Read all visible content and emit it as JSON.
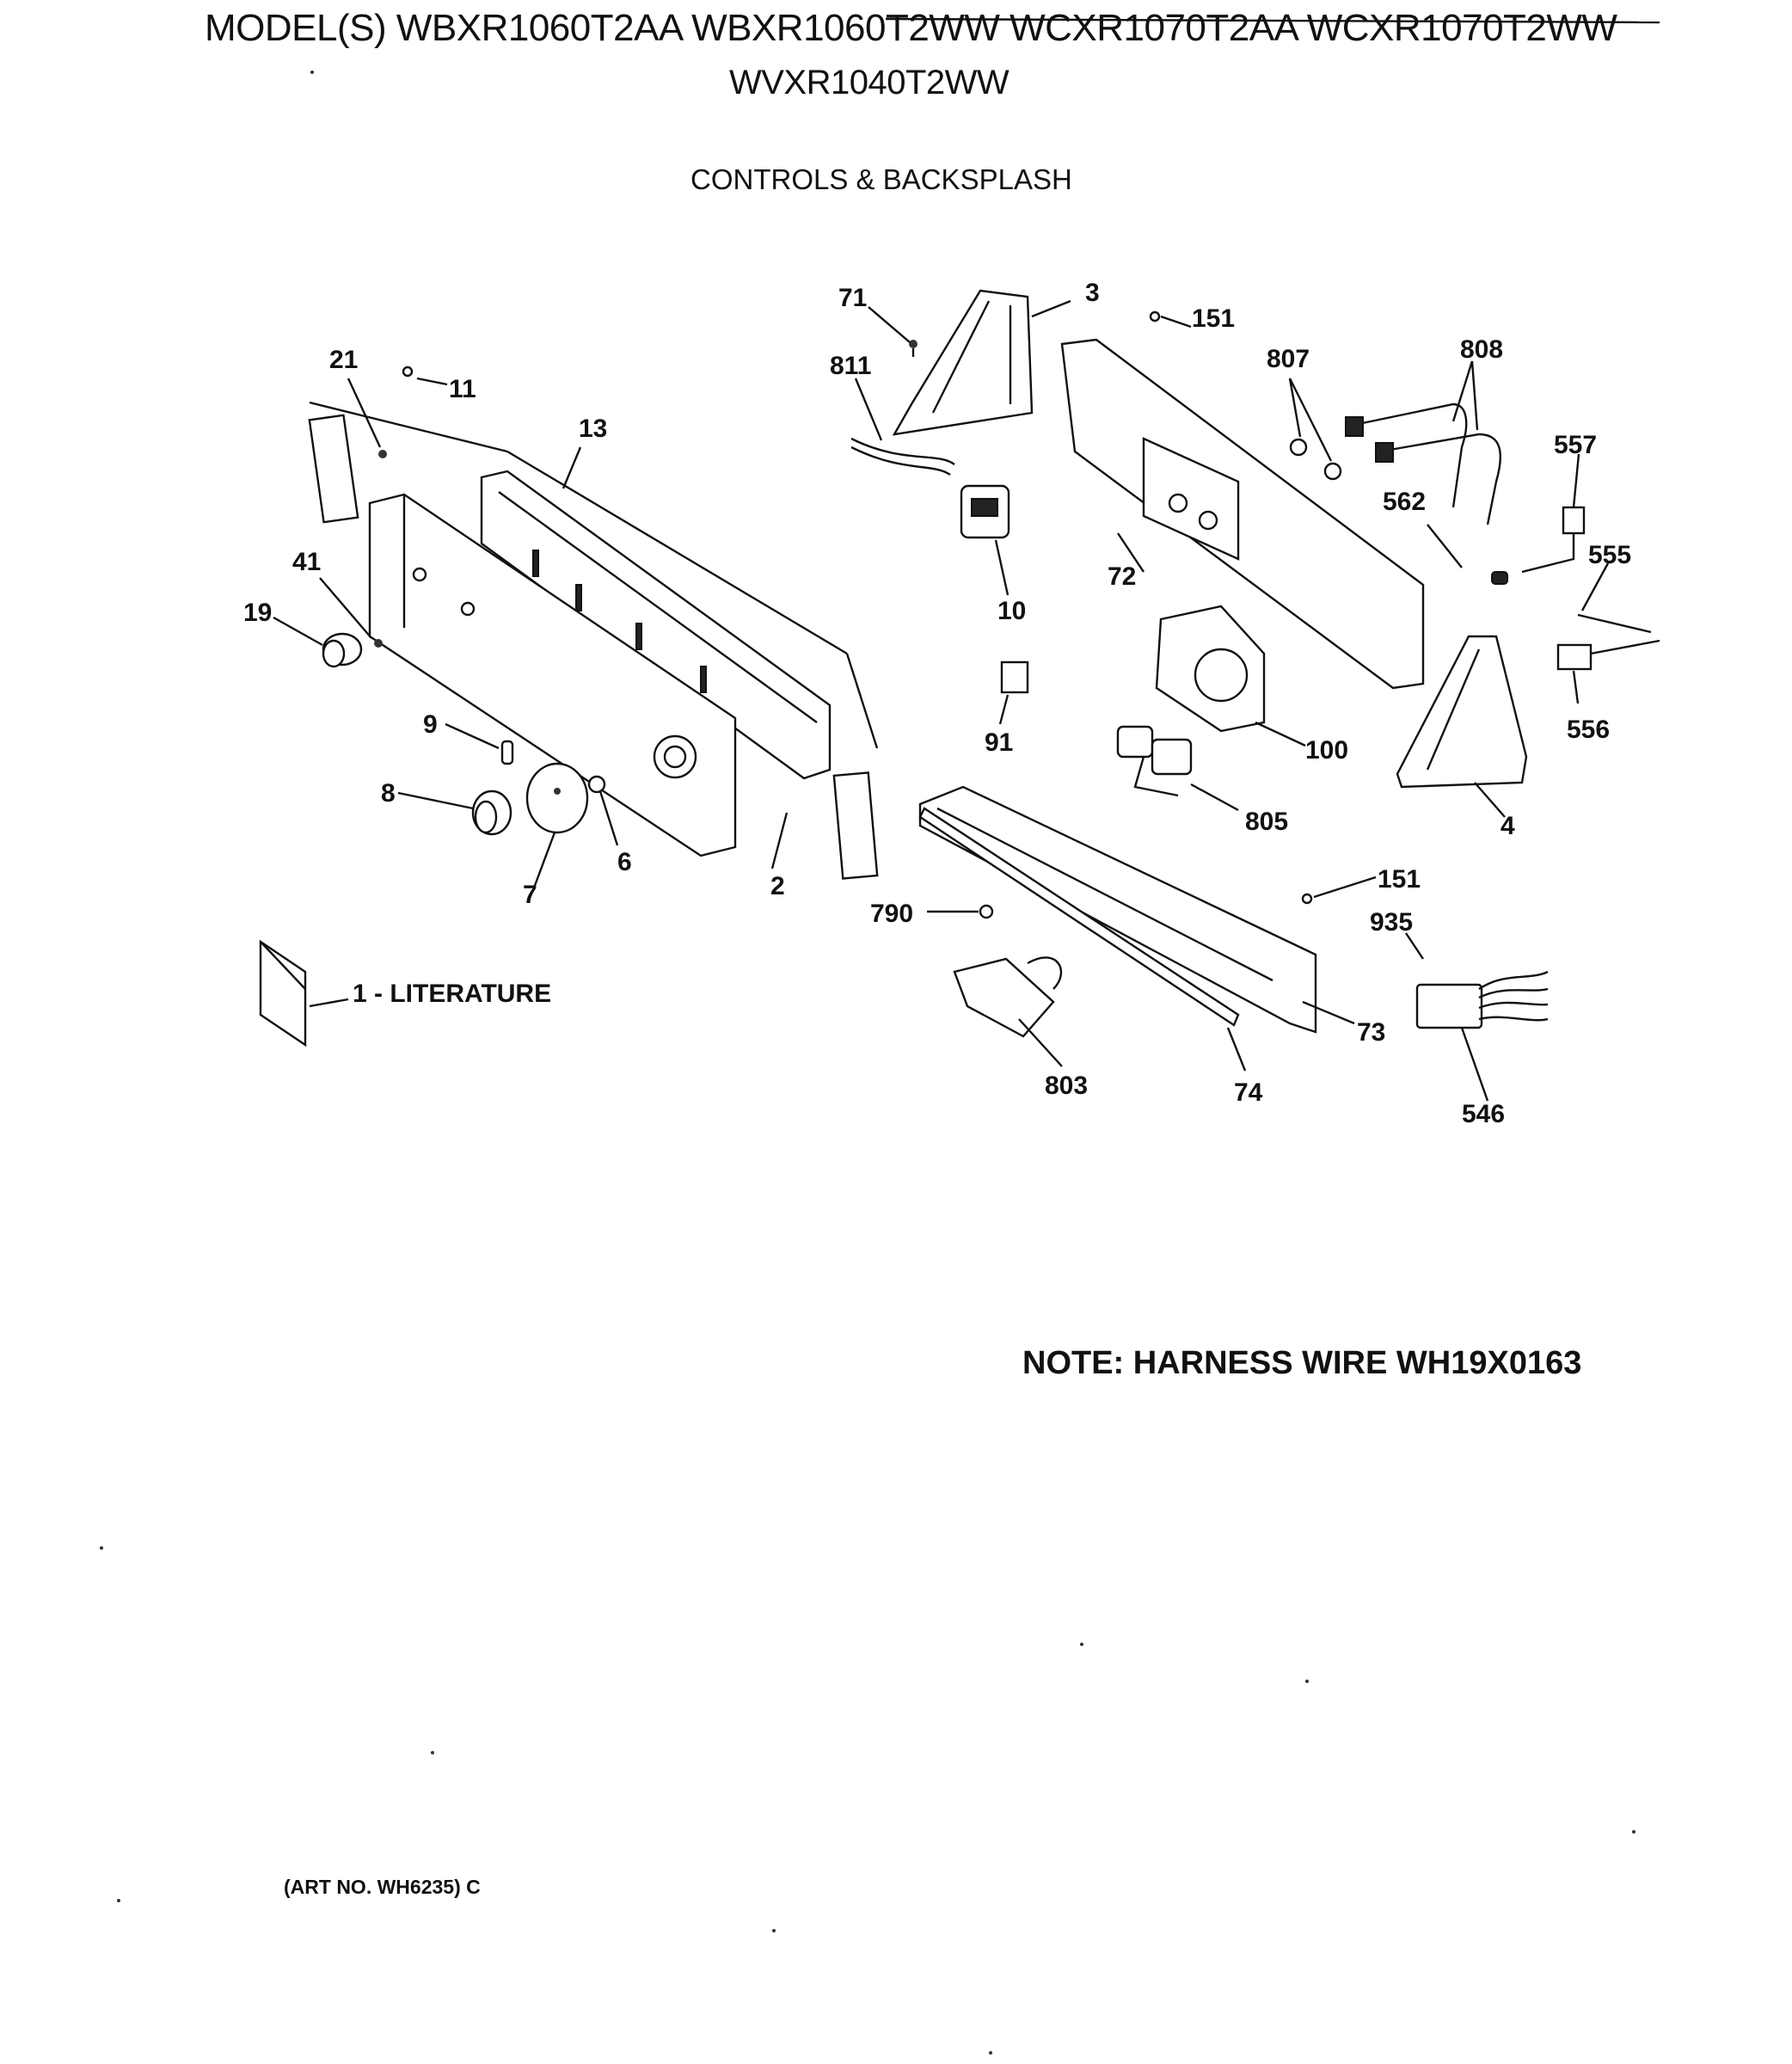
{
  "header": {
    "models_line1": "MODEL(S) WBXR1060T2AA  WBXR1060T2WW  WCXR1070T2AA  WCXR1070T2WW",
    "models_line2": "WVXR1040T2WW",
    "subtitle": "CONTROLS & BACKSPLASH"
  },
  "parts": {
    "p71": "71",
    "p3": "3",
    "p151a": "151",
    "p807": "807",
    "p808": "808",
    "p21": "21",
    "p11": "11",
    "p811": "811",
    "p13": "13",
    "p557": "557",
    "p562": "562",
    "p72": "72",
    "p555": "555",
    "p41": "41",
    "p10": "10",
    "p19": "19",
    "p556": "556",
    "p91": "91",
    "p100": "100",
    "p9": "9",
    "p8": "8",
    "p805": "805",
    "p4": "4",
    "p6": "6",
    "p2": "2",
    "p7": "7",
    "p151b": "151",
    "p935": "935",
    "p790": "790",
    "p73": "73",
    "p803": "803",
    "p74": "74",
    "p546": "546",
    "literature": "1 - LITERATURE"
  },
  "note": "NOTE: HARNESS WIRE WH19X0163",
  "art_no": "(ART NO. WH6235) C"
}
